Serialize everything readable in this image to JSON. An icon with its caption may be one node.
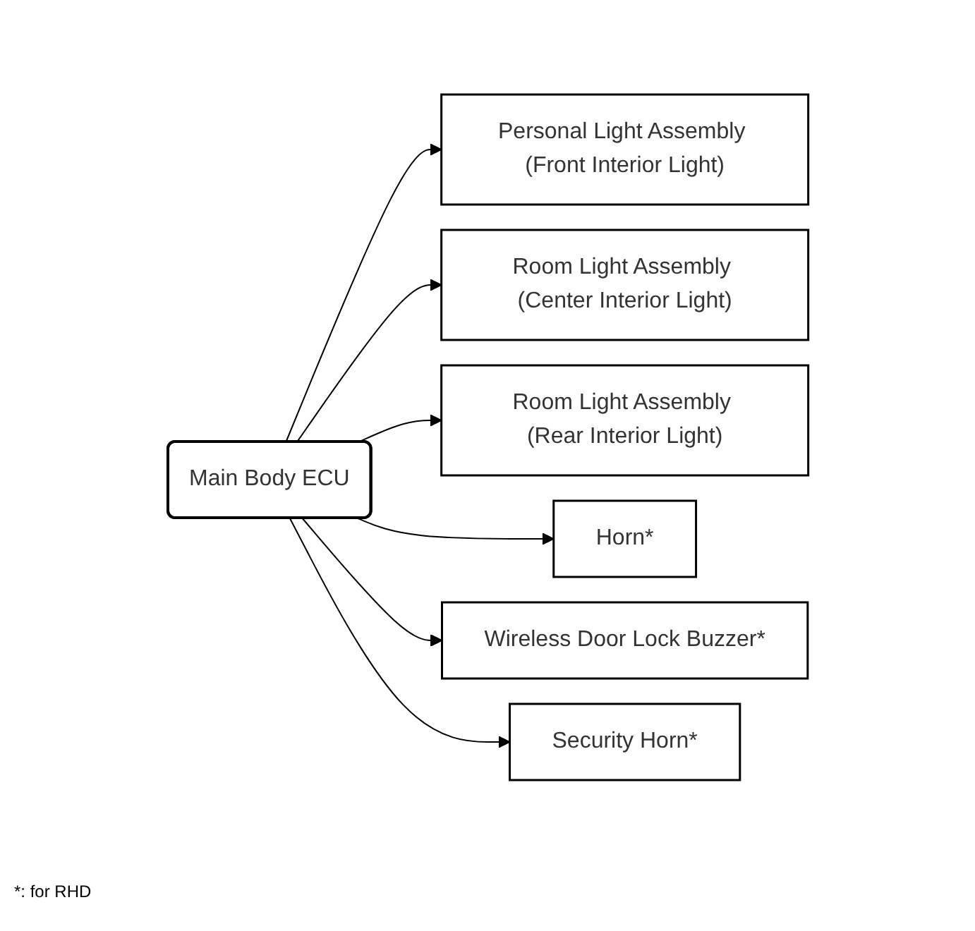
{
  "diagram": {
    "nodes": [
      {
        "text": [
          "Main Body ECU"
        ]
      },
      {
        "text": [
          "Personal Light Assembly (Front Interior Light)"
        ]
      },
      {
        "text": [
          "Room Light Assembly (Center Interior Light)"
        ]
      },
      {
        "text": [
          "Room Light Assembly (Rear Interior Light)"
        ]
      },
      {
        "text": [
          "Horn*"
        ]
      },
      {
        "text": [
          "Wireless Door Lock Buzzer*"
        ]
      },
      {
        "text": [
          "Security Horn*"
        ]
      }
    ],
    "edges": [
      {
        "from": 0,
        "to": 1,
        "arrow": "to"
      },
      {
        "from": 0,
        "to": 2,
        "arrow": "to"
      },
      {
        "from": 0,
        "to": 3,
        "arrow": "to"
      },
      {
        "from": 0,
        "to": 4,
        "arrow": "to"
      },
      {
        "from": 0,
        "to": 5,
        "arrow": "to"
      },
      {
        "from": 0,
        "to": 6,
        "arrow": "to"
      }
    ],
    "labels": [
      "*: for RHD"
    ]
  }
}
